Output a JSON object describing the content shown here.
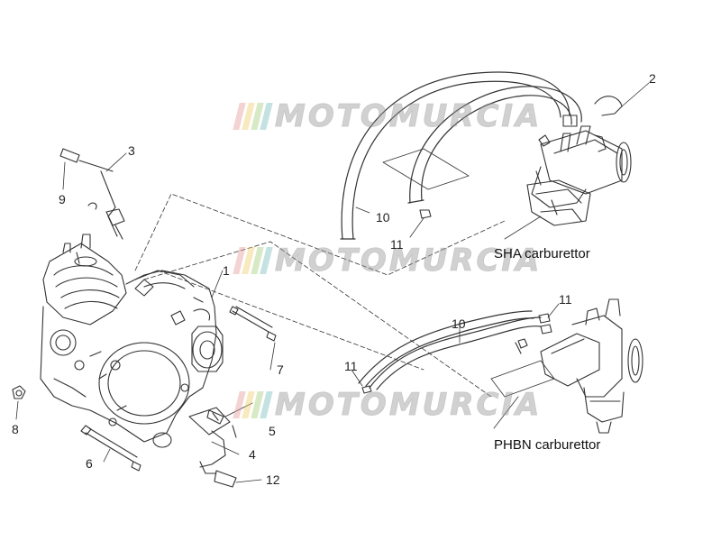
{
  "diagram": {
    "watermark": {
      "text": "MOTOMURCIA",
      "bar_colors": [
        "#e8a0a0",
        "#f0d070",
        "#a8d080",
        "#80c0c0"
      ]
    },
    "carburettors": {
      "sha_label": "SHA carburettor",
      "phbn_label": "PHBN carburettor"
    },
    "callouts": {
      "c1": "1",
      "c2": "2",
      "c3": "3",
      "c4": "4",
      "c5": "5",
      "c6": "6",
      "c7": "7",
      "c8": "8",
      "c9": "9",
      "c10_top": "10",
      "c11_top": "11",
      "c10_mid": "10",
      "c11_mid_right": "11",
      "c11_mid_left": "11",
      "c12": "12"
    },
    "line_color": "#333333"
  }
}
